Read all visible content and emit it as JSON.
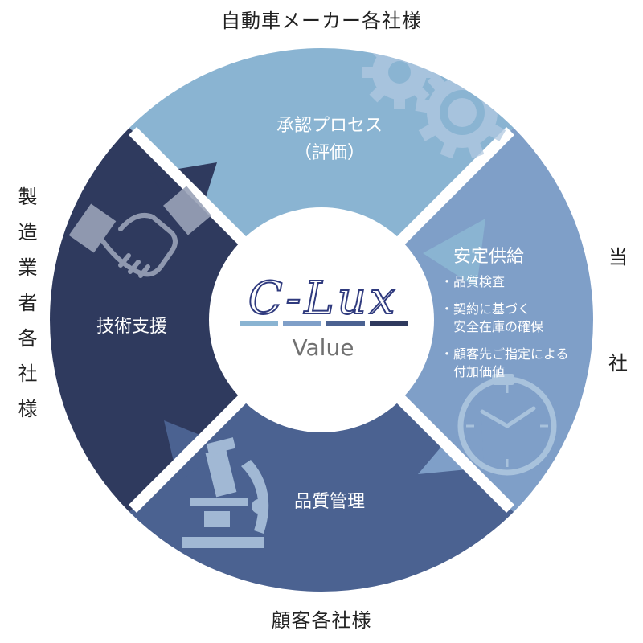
{
  "labels": {
    "top": "自動車メーカー各社様",
    "bottom": "顧客各社様",
    "left": "製造業者各社様",
    "right": [
      "当",
      "社"
    ]
  },
  "segments": {
    "approval": {
      "title_line1": "承認プロセス",
      "title_line2": "（評価）",
      "icon": "gears-icon"
    },
    "supply": {
      "title": "安定供給",
      "icon": "clock-icon",
      "bullets": [
        [
          "・品質検査"
        ],
        [
          "・契約に基づく",
          "　安全在庫の確保"
        ],
        [
          "・顧客先ご指定による",
          "　付加価値"
        ]
      ]
    },
    "quality": {
      "title": "品質管理",
      "icon": "microscope-icon"
    },
    "support": {
      "title": "技術支援",
      "icon": "handshake-icon"
    }
  },
  "center": {
    "logo": "C-Lux",
    "subtitle": "Value"
  },
  "colors": {
    "approval": "#8ab4d2",
    "supply": "#7f9fc8",
    "quality": "#4b6291",
    "support": "#2f3a5e",
    "icon": "#b0c8e0"
  }
}
